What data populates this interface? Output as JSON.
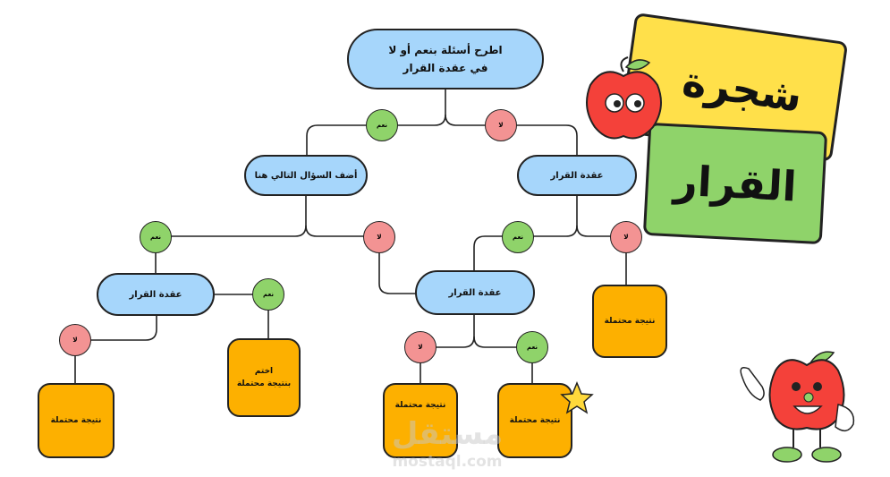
{
  "root": {
    "line1": "اطرح أسئلة بنعم أو لا",
    "line2": "في عقدة القرار"
  },
  "labels": {
    "yes": "نعم",
    "no": "لا"
  },
  "nodes": {
    "add_question": "أضف السؤال التالي هنا",
    "decision_right": "عقدة القرار",
    "decision_left": "عقدة القرار",
    "decision_middle": "عقدة القرار"
  },
  "outcomes": {
    "left": "نتيجة محتملة",
    "finish": "اختم\nبنتيجة محتملة",
    "mid_left": "نتيجة محتملة",
    "mid_right": "نتيجة محتملة",
    "right": "نتيجة محتملة"
  },
  "title": {
    "word1": "شجرة",
    "word2": "القرار"
  },
  "watermark": {
    "arabic": "مستقل",
    "latin": "mostaql.com"
  },
  "colors": {
    "pill": "#a6d6fb",
    "outcome": "#fdb000",
    "yes": "#8fd36a",
    "no": "#f39393",
    "title1": "#ffe04a",
    "title2": "#8fd36a"
  }
}
